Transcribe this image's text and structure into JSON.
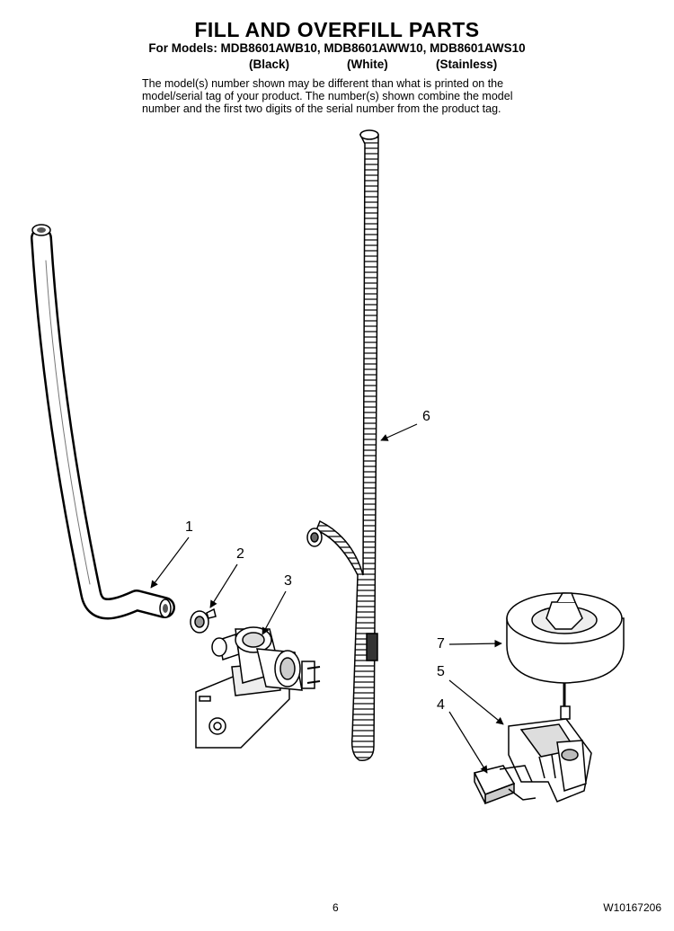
{
  "header": {
    "title": "FILL AND OVERFILL PARTS",
    "models": "For Models: MDB8601AWB10, MDB8601AWW10, MDB8601AWS10",
    "finishes": [
      "(Black)",
      "(White)",
      "(Stainless)"
    ],
    "note_lines": [
      "The model(s) number shown may be different than what is printed on the",
      "model/serial tag of your product. The number(s) shown combine the model",
      "number and the first two digits of the serial number from the product tag."
    ]
  },
  "callouts": [
    "1",
    "2",
    "3",
    "4",
    "5",
    "6",
    "7"
  ],
  "footer": {
    "page_number": "6",
    "doc_number": "W10167206"
  }
}
